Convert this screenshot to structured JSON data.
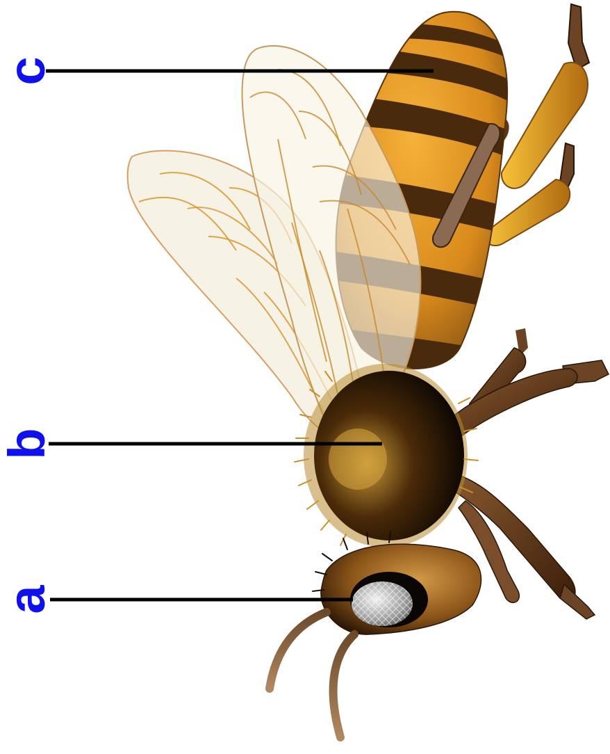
{
  "diagram": {
    "labels": [
      {
        "id": "c",
        "text": "c",
        "part": "abdomen"
      },
      {
        "id": "b",
        "text": "b",
        "part": "thorax"
      },
      {
        "id": "a",
        "text": "a",
        "part": "head"
      }
    ],
    "label_color": "#1010ee",
    "leader_color": "#000000"
  }
}
